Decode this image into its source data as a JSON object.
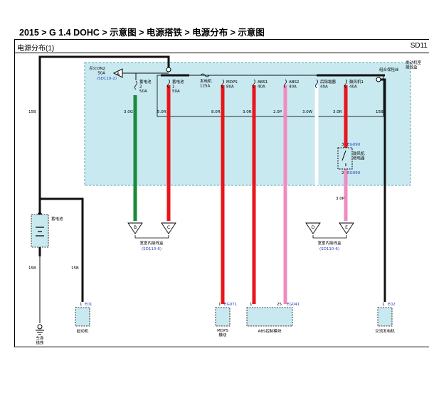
{
  "header": {
    "breadcrumb": "2015 > G 1.4 DOHC > 示意图 > 电源搭铁 > 电源分布 > 示意图",
    "section_title": "电源分布(1)",
    "diagram_code": "SD11"
  },
  "fusebox": {
    "label_right": "发动机室\n接线盒",
    "label_combo": "组合保险丝",
    "fuses": [
      {
        "label": "蓄电池\n1\n50A"
      },
      {
        "label": "发电机\n125A"
      },
      {
        "label": "MDPS\n80A"
      },
      {
        "label": "ABS1\n40A"
      },
      {
        "label": "ABS2\n40A"
      },
      {
        "label": "后除霜器\n40A"
      },
      {
        "label": "鼓风机1\n40A"
      }
    ],
    "fuse_left": {
      "label": "蓄电池\n2\n50A"
    },
    "ign2": {
      "label": "点火ON2\n50A",
      "ref": "(SD110-2)",
      "arrow": "A"
    }
  },
  "wires": [
    {
      "name": "3.0G",
      "color": "#1a8a3a"
    },
    {
      "name": "5.0R",
      "color": "#e8161b"
    },
    {
      "name": "8.0R",
      "color": "#e8161b"
    },
    {
      "name": "3.0R",
      "color": "#e8161b"
    },
    {
      "name": "2.0P",
      "color": "#f08cc0"
    },
    {
      "name": "3.0W",
      "color": "#ffffff"
    },
    {
      "name": "3.0R",
      "color": "#e8161b"
    },
    {
      "name": "15B",
      "color": "#111111"
    },
    {
      "name": "15B",
      "color": "#111111"
    },
    {
      "name": "15B",
      "color": "#111111"
    },
    {
      "name": "15B",
      "color": "#111111"
    },
    {
      "name": "3.0P",
      "color": "#f08cc0"
    }
  ],
  "relay": {
    "label": "鼓风机\n继电器",
    "code_top": "EG090",
    "code_bot": "EG090",
    "pin_top": "3",
    "pin_bot": "2"
  },
  "connectors_left": {
    "pins": [
      "B",
      "C"
    ],
    "label": "室室内接线盒",
    "ref": "(SD110-6)"
  },
  "connectors_right": {
    "pins": [
      "D",
      "E"
    ],
    "label": "室室内接线盒",
    "ref": "(SD110-6)"
  },
  "battery": {
    "label": "蓄电池"
  },
  "ground": {
    "label": "车身\n搭铁"
  },
  "components": [
    {
      "pin": "1",
      "code": "E01",
      "label": "起动机"
    },
    {
      "pin": "1",
      "code": "EG071",
      "label": "MDPS\n模块"
    },
    {
      "pin": "1",
      "code": "25",
      "label": "ABS控制模块"
    },
    {
      "pin": "",
      "code": "EG041",
      "label": ""
    },
    {
      "pin": "1",
      "code": "E02",
      "label": "交流发电机"
    }
  ],
  "colors": {
    "fusebox_bg": "#c8e9f0",
    "fusebox_border": "#5aa6b4",
    "link_blue": "#1f3fbf"
  }
}
